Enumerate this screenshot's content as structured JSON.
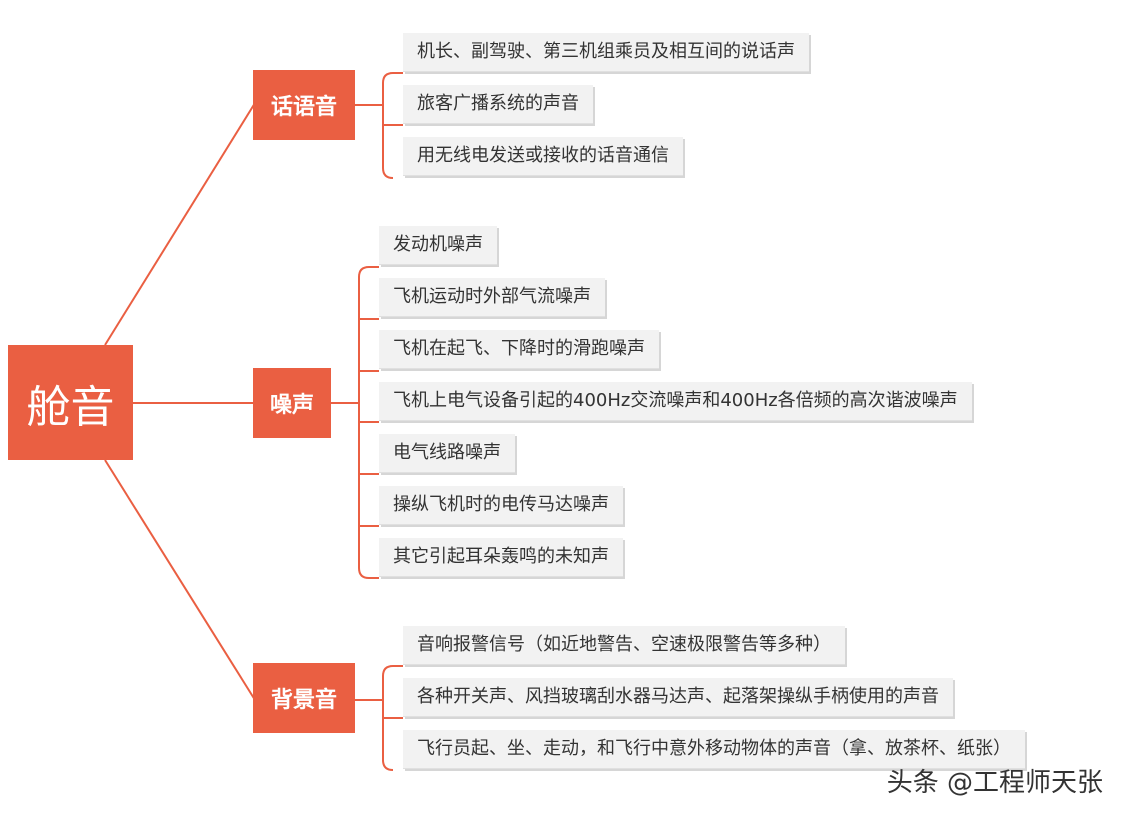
{
  "root": "舱音",
  "branches": [
    {
      "label": "话语音",
      "items": [
        "机长、副驾驶、第三机组乘员及相互间的说话声",
        "旅客广播系统的声音",
        "用无线电发送或接收的话音通信"
      ]
    },
    {
      "label": "噪声",
      "items": [
        "发动机噪声",
        "飞机运动时外部气流噪声",
        "飞机在起飞、下降时的滑跑噪声",
        "飞机上电气设备引起的400Hz交流噪声和400Hz各倍频的高次谐波噪声",
        "电气线路噪声",
        "操纵飞机时的电传马达噪声",
        "其它引起耳朵轰鸣的未知声"
      ]
    },
    {
      "label": "背景音",
      "items": [
        "音响报警信号（如近地警告、空速极限警告等多种）",
        "各种开关声、风挡玻璃刮水器马达声、起落架操纵手柄使用的声音",
        "飞行员起、坐、走动，和飞行中意外移动物体的声音（拿、放茶杯、纸张）"
      ]
    }
  ],
  "watermark": "头条 @工程师天张",
  "colors": {
    "accent": "#ea5f42",
    "leaf_bg": "#f2f2f2",
    "text": "#333333"
  }
}
